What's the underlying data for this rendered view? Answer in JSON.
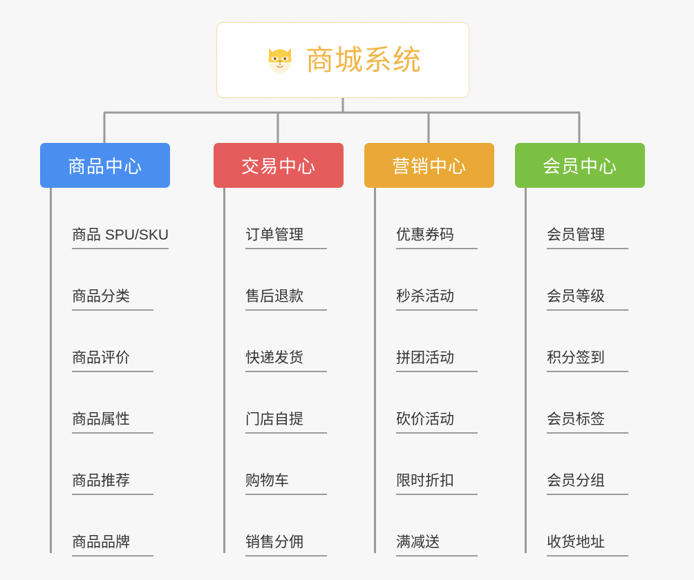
{
  "background_color": "#f7f7f7",
  "root": {
    "title": "商城系统",
    "icon": "shiba-dog-icon",
    "text_color": "#f0b64a",
    "border_color": "#f0b64a",
    "background": "#ffffff"
  },
  "connector_color": "#9a9a9a",
  "columns": [
    {
      "title": "商品中心",
      "color": "#4a8ef0",
      "items": [
        "商品 SPU/SKU",
        "商品分类",
        "商品评价",
        "商品属性",
        "商品推荐",
        "商品品牌"
      ]
    },
    {
      "title": "交易中心",
      "color": "#e45c5c",
      "items": [
        "订单管理",
        "售后退款",
        "快递发货",
        "门店自提",
        "购物车",
        "销售分佣"
      ]
    },
    {
      "title": "营销中心",
      "color": "#eaa936",
      "items": [
        "优惠券码",
        "秒杀活动",
        "拼团活动",
        "砍价活动",
        "限时折扣",
        "满减送"
      ]
    },
    {
      "title": "会员中心",
      "color": "#7cc043",
      "items": [
        "会员管理",
        "会员等级",
        "积分签到",
        "会员标签",
        "会员分组",
        "收货地址"
      ]
    }
  ]
}
